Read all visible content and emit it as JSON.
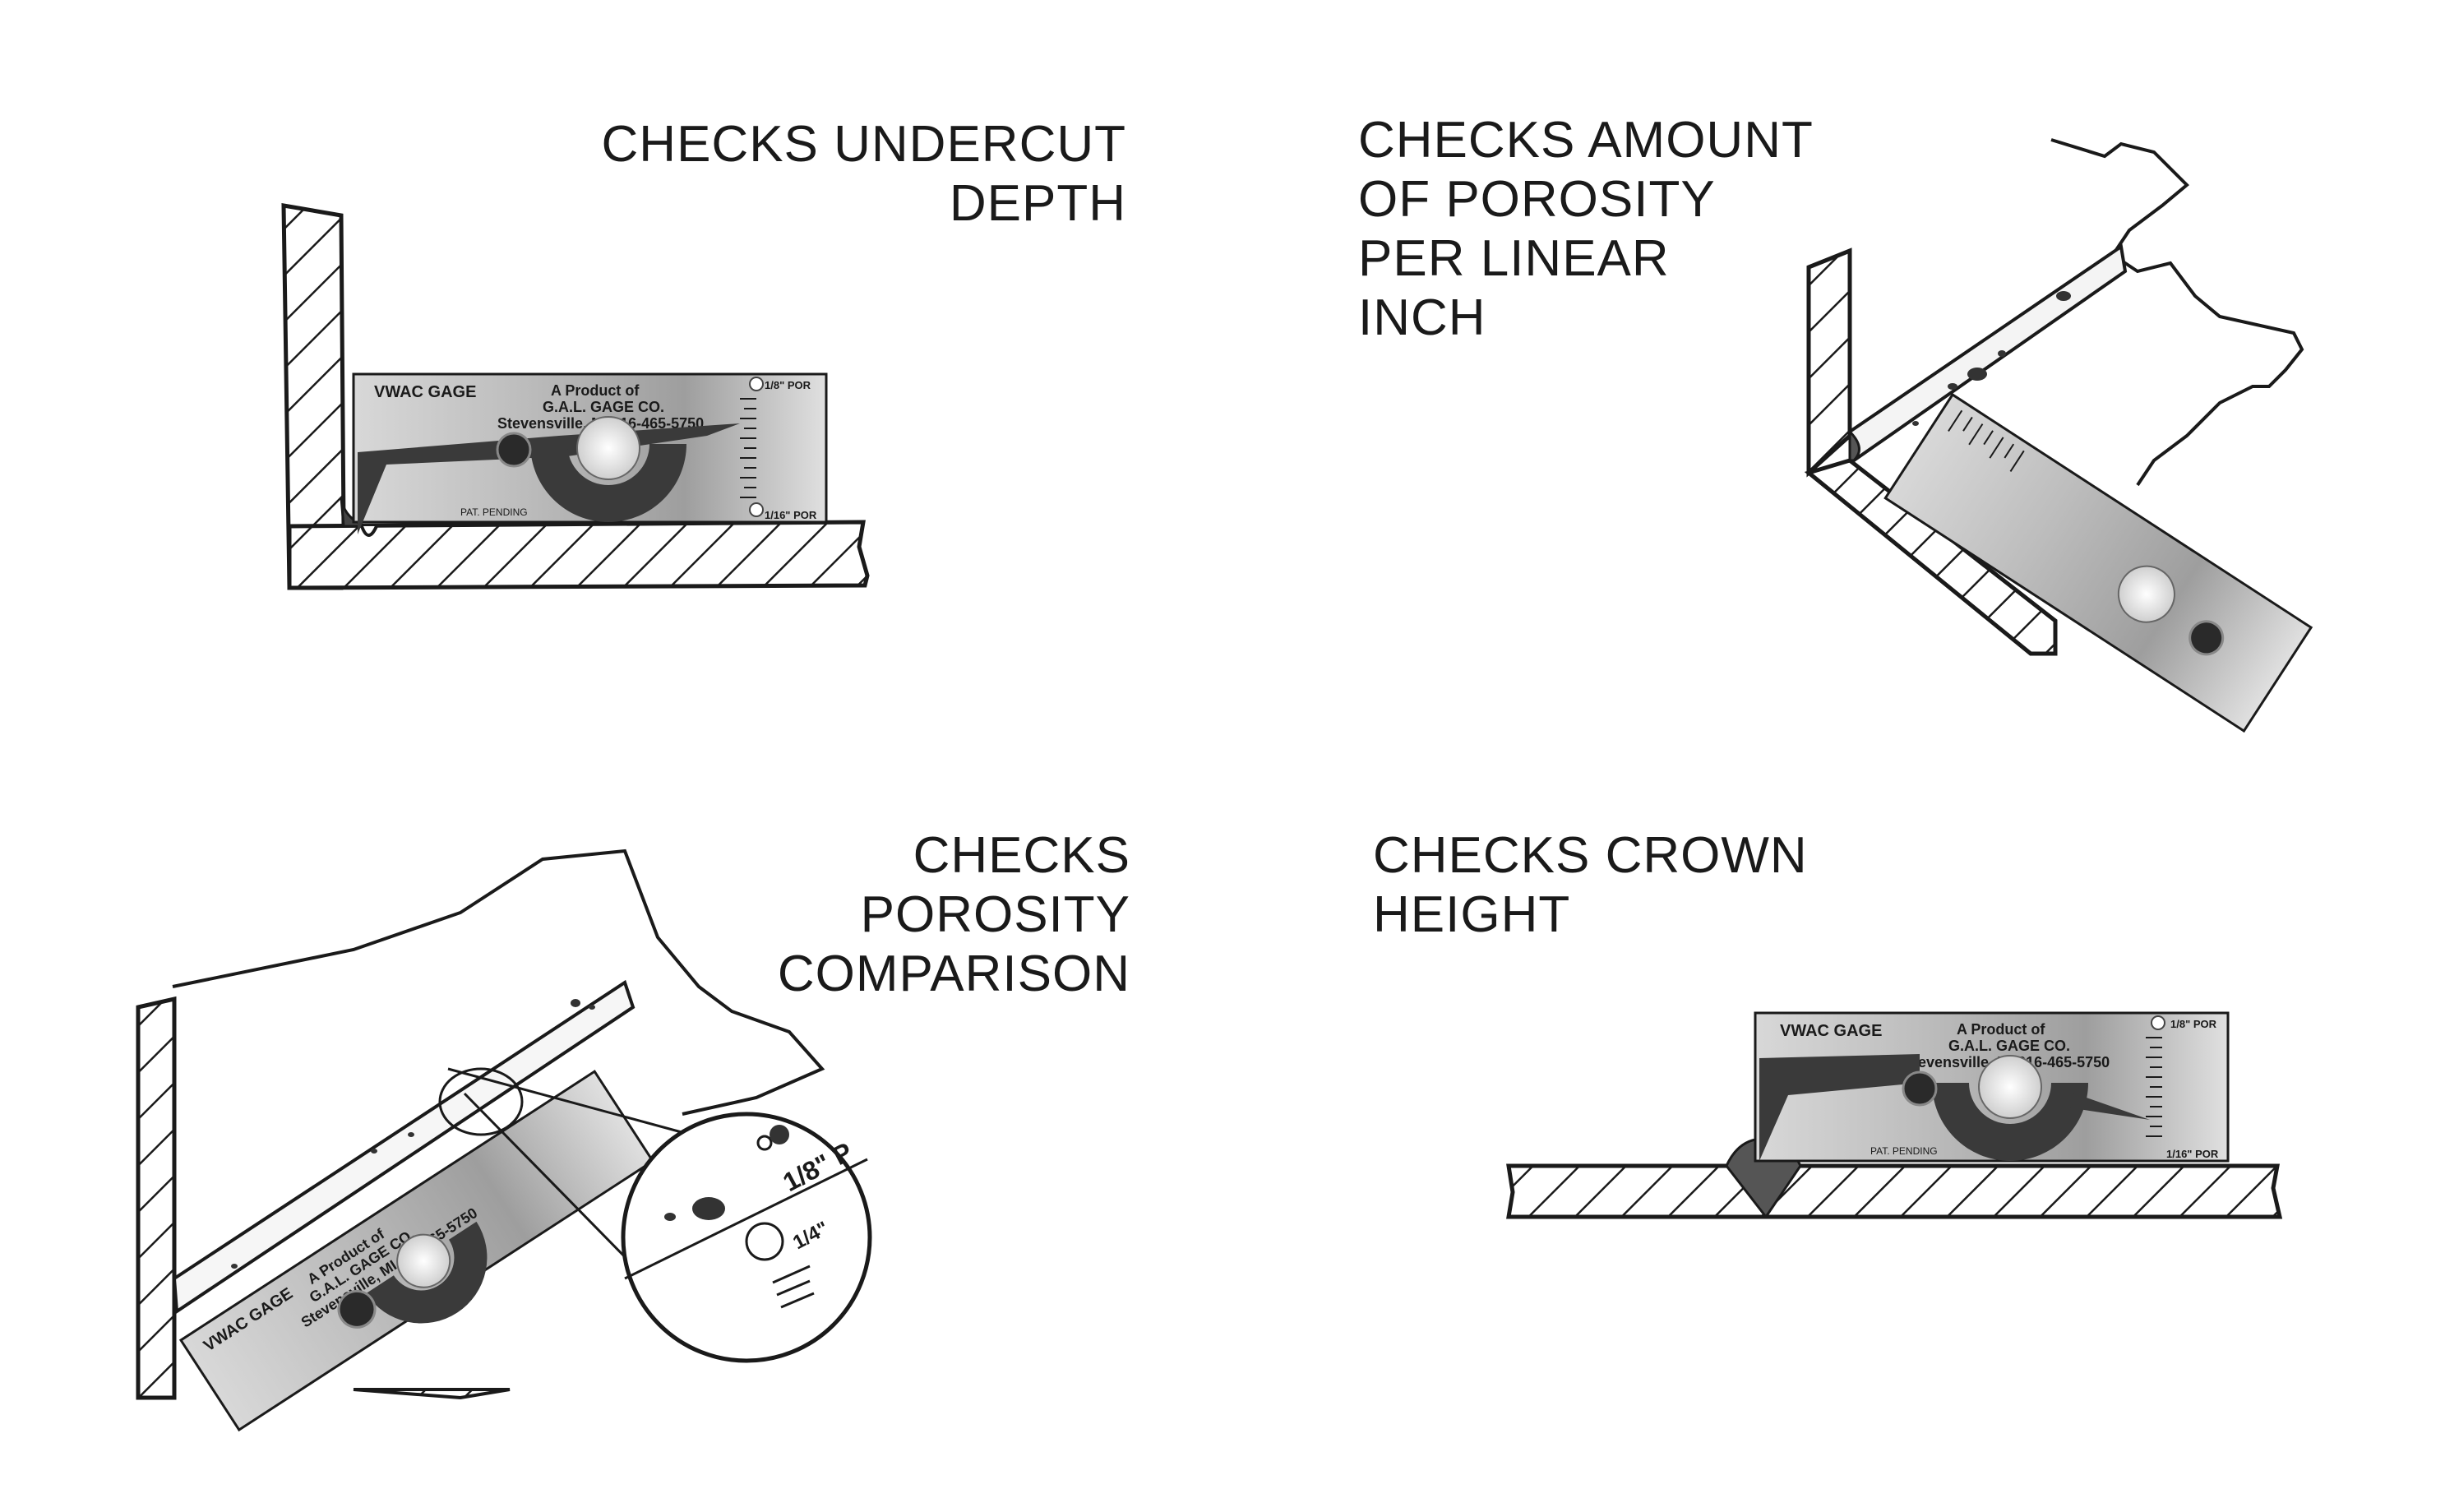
{
  "captions": {
    "undercut": "CHECKS UNDERCUT\nDEPTH",
    "porosity_amount": "CHECKS AMOUNT\nOF POROSITY\nPER LINEAR\nINCH",
    "porosity_comparison": "CHECKS\nPOROSITY\nCOMPARISON",
    "crown": "CHECKS CROWN\nHEIGHT"
  },
  "gauge": {
    "name": "VWAC GAGE",
    "maker_line1": "A Product of",
    "maker_line2": "G.A.L. GAGE CO.",
    "maker_line3": "Stevensville, MI 616-465-5750",
    "patent": "PAT. PENDING",
    "scale_top": "1/8\" POR",
    "scale_bottom": "1/16\" POR"
  },
  "zoom": {
    "label1": "1/8\" P",
    "label2": "1/4\""
  }
}
